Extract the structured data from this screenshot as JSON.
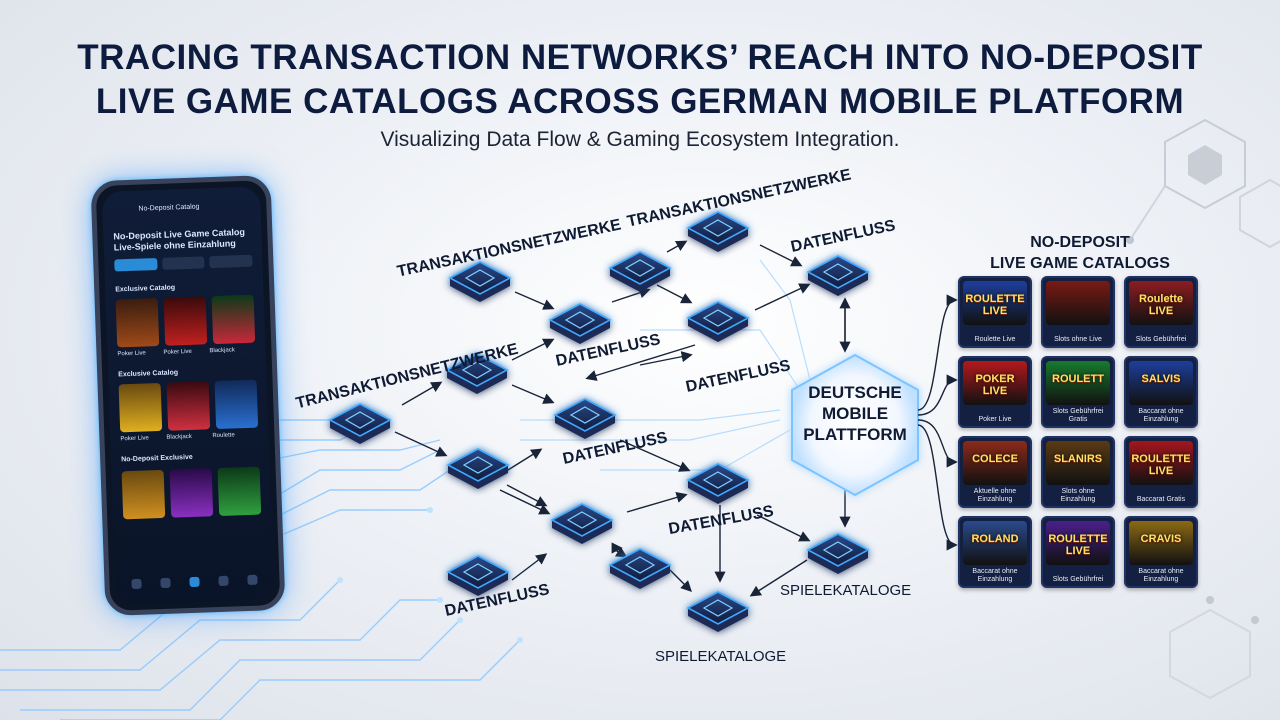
{
  "title_line1": "TRACING TRANSACTION NETWORKS’ REACH INTO NO-DEPOSIT",
  "title_line2": "LIVE GAME CATALOGS ACROSS GERMAN MOBILE PLATFORM",
  "subtitle": "Visualizing Data Flow & Gaming Ecosystem Integration.",
  "labels": {
    "transaktion_top": "TRANSAKTIONSNETZWERKE",
    "transaktion_mid": "TRANSAKTIONSNETZWERKE",
    "transaktion_left": "TRANSAKTIONSNETZWERKE",
    "datenfluss_top": "DATENFLUSS",
    "datenfluss_a": "DATENFLUSS",
    "datenfluss_b": "DATENFLUSS",
    "datenfluss_c": "DATENFLUSS",
    "datenfluss_d": "DATENFLUSS",
    "datenfluss_bottom": "DATENFLUSS",
    "spielekataloge_right": "SPIELEKATALOGE",
    "spielekataloge_bottom": "SPIELEKATALOGE"
  },
  "center": {
    "line1": "DEUTSCHE",
    "line2": "MOBILE",
    "line3": "PLATTFORM"
  },
  "catalog": {
    "title_line1": "NO-DEPOSIT",
    "title_line2": "LIVE GAME CATALOGS",
    "cards": [
      {
        "art": "ROULETTE LIVE",
        "caption": "Roulette Live",
        "color": "#1d3f9c"
      },
      {
        "art": "",
        "caption": "Slots ohne Live",
        "color": "#7a1a14"
      },
      {
        "art": "Roulette LIVE",
        "caption": "Slots Gebührfrei",
        "color": "#8c1d22"
      },
      {
        "art": "POKER LIVE",
        "caption": "Poker Live",
        "color": "#b3191d"
      },
      {
        "art": "ROULETT",
        "caption": "Slots Gebührfrei Gratis",
        "color": "#177a2e"
      },
      {
        "art": "SALVIS",
        "caption": "Baccarat ohne Einzahlung",
        "color": "#1d3f9c"
      },
      {
        "art": "COLECE",
        "caption": "Aktuelle ohne Einzahlung",
        "color": "#8c2a1a"
      },
      {
        "art": "SLANIRS",
        "caption": "Slots ohne Einzahlung",
        "color": "#5a3a14"
      },
      {
        "art": "ROULETTE LIVE",
        "caption": "Baccarat Gratis",
        "color": "#a3161d"
      },
      {
        "art": "ROLAND",
        "caption": "Baccarat ohne Einzahlung",
        "color": "#2a4a8c"
      },
      {
        "art": "ROULETTE LIVE",
        "caption": "Slots Gebührfrei",
        "color": "#4a1f8c"
      },
      {
        "art": "CRAVIS",
        "caption": "Baccarat ohne Einzahlung",
        "color": "#8c6a14"
      }
    ]
  },
  "phone": {
    "header": "No-Deposit Catalog",
    "heading": "No-Deposit Live Game Catalog Live-Spiele ohne Einzahlung",
    "section1": "Exclusive Catalog",
    "row1_captions": [
      "Poker Live",
      "Poker Live",
      "Blackjack"
    ],
    "section2": "Exclusive Catalog",
    "row2_captions": [
      "Poker Live",
      "Blackjack",
      "Roulette"
    ],
    "section3": "No-Deposit Exclusive",
    "colors": {
      "accent": "#2a8bd6",
      "glow": "#38b4ff"
    }
  },
  "colors": {
    "node": "#1a2b55",
    "node_glow": "#3fa9ff",
    "title": "#0d1b3e"
  }
}
